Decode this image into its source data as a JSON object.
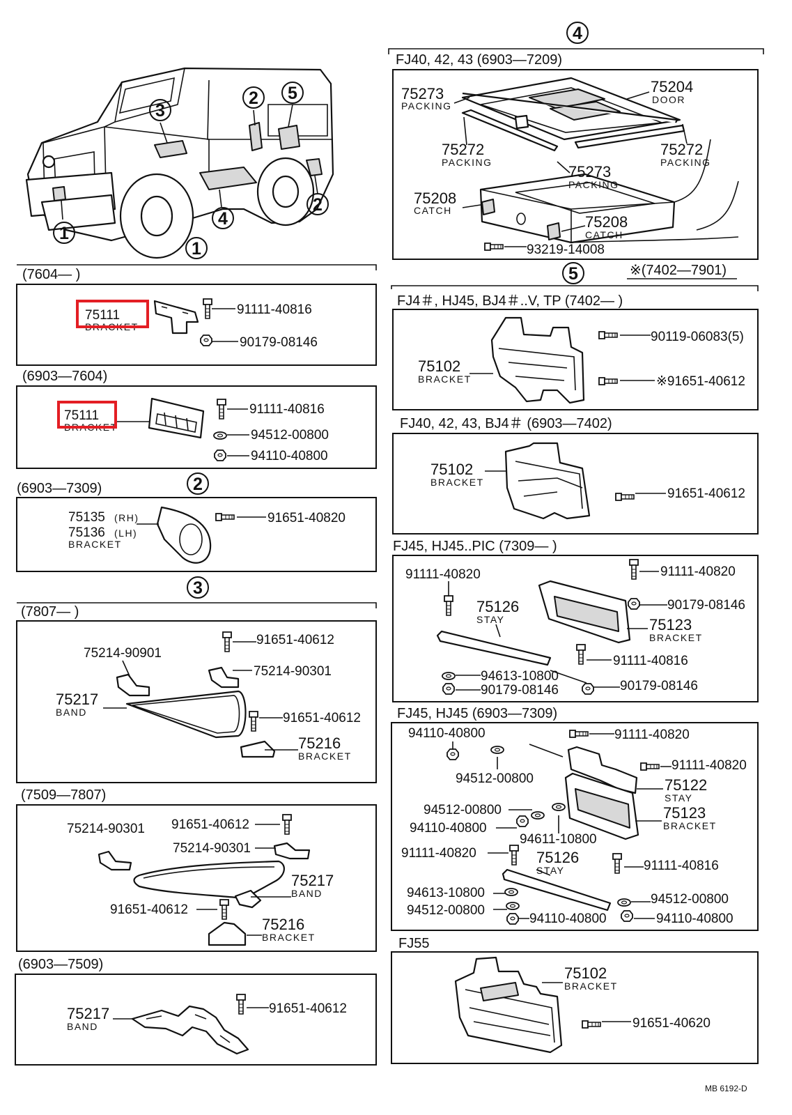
{
  "section_marks": [
    "1",
    "2",
    "3",
    "4",
    "5"
  ],
  "vehicle": {
    "callouts": [
      "1",
      "2",
      "2",
      "3",
      "4",
      "5"
    ]
  },
  "s1": {
    "a": {
      "range": "(7604—          )",
      "pn_main": "75111",
      "lbl_main": "BRACKET",
      "bolt": "91111-40816",
      "nut": "90179-08146"
    },
    "b": {
      "range": "(6903—7604)",
      "pn_main": "75111",
      "lbl_main": "BRACKET",
      "bolt": "91111-40816",
      "washer": "94512-00800",
      "nut": "94110-40800"
    }
  },
  "s2": {
    "range": "(6903—7309)",
    "pn_rh": "75135",
    "rh": "(RH)",
    "pn_lh": "75136",
    "lh": "(LH)",
    "lbl": "BRACKET",
    "bolt": "91651-40820"
  },
  "s3": {
    "a": {
      "range": "(7807—          )",
      "clamp_a": "75214-90901",
      "clamp_b": "75214-90301",
      "bolt_top": "91651-40612",
      "band_pn": "75217",
      "band_lbl": "BAND",
      "bolt_low": "91651-40612",
      "brk_pn": "75216",
      "brk_lbl": "BRACKET"
    },
    "b": {
      "range": "(7509—7807)",
      "clamp_a": "75214-90301",
      "bolt_top": "91651-40612",
      "clamp_b": "75214-90301",
      "band_pn": "75217",
      "band_lbl": "BAND",
      "bolt_low": "91651-40612",
      "brk_pn": "75216",
      "brk_lbl": "BRACKET"
    },
    "c": {
      "range": "(6903—7509)",
      "band_pn": "75217",
      "band_lbl": "BAND",
      "bolt": "91651-40612"
    }
  },
  "s4": {
    "header": "FJ40, 42, 43   (6903—7209)",
    "pk1_pn": "75273",
    "pk1_lbl": "PACKING",
    "door_pn": "75204",
    "door_lbl": "DOOR",
    "pk2_pn": "75272",
    "pk2_lbl": "PACKING",
    "pk3_pn": "75272",
    "pk3_lbl": "PACKING",
    "pk4_pn": "75273",
    "pk4_lbl": "PACKING",
    "c1_pn": "75208",
    "c1_lbl": "CATCH",
    "c2_pn": "75208",
    "c2_lbl": "CATCH",
    "screw": "93219-14008"
  },
  "s5": {
    "note": "※(7402—7901)",
    "a": {
      "header": "FJ4＃, HJ45, BJ4＃..V, TP (7402—          )",
      "pn": "75102",
      "lbl": "BRACKET",
      "bolt1": "90119-06083(5)",
      "bolt2": "※91651-40612"
    },
    "b": {
      "header": "FJ40, 42, 43,  BJ4＃  (6903—7402)",
      "pn": "75102",
      "lbl": "BRACKET",
      "bolt": "91651-40612"
    },
    "c": {
      "header": "FJ45, HJ45..PIC (7309—          )",
      "b1": "91111-40820",
      "b2": "91111-40820",
      "nut1": "90179-08146",
      "stay_pn": "75126",
      "stay_lbl": "STAY",
      "brk_pn": "75123",
      "brk_lbl": "BRACKET",
      "b3": "91111-40816",
      "w1": "94613-10800",
      "nut2": "90179-08146",
      "nut3": "90179-08146"
    },
    "d": {
      "header": "FJ45,  HJ45   (6903—7309)",
      "n1": "94110-40800",
      "b1": "91111-40820",
      "b2": "91111-40820",
      "w1": "94512-00800",
      "stay1_pn": "75122",
      "stay1_lbl": "STAY",
      "w2": "94512-00800",
      "brk_pn": "75123",
      "brk_lbl": "BRACKET",
      "n2": "94110-40800",
      "w3": "94611-10800",
      "b3": "91111-40820",
      "stay2_pn": "75126",
      "stay2_lbl": "STAY",
      "b4": "91111-40816",
      "w4": "94613-10800",
      "w5": "94512-00800",
      "w6": "94512-00800",
      "n3": "94110-40800",
      "n4": "94110-40800"
    },
    "e": {
      "header": "FJ55",
      "pn": "75102",
      "lbl": "BRACKET",
      "bolt": "91651-40620"
    }
  },
  "footer": "MB 6192-D",
  "highlight_color": "#e31e24"
}
